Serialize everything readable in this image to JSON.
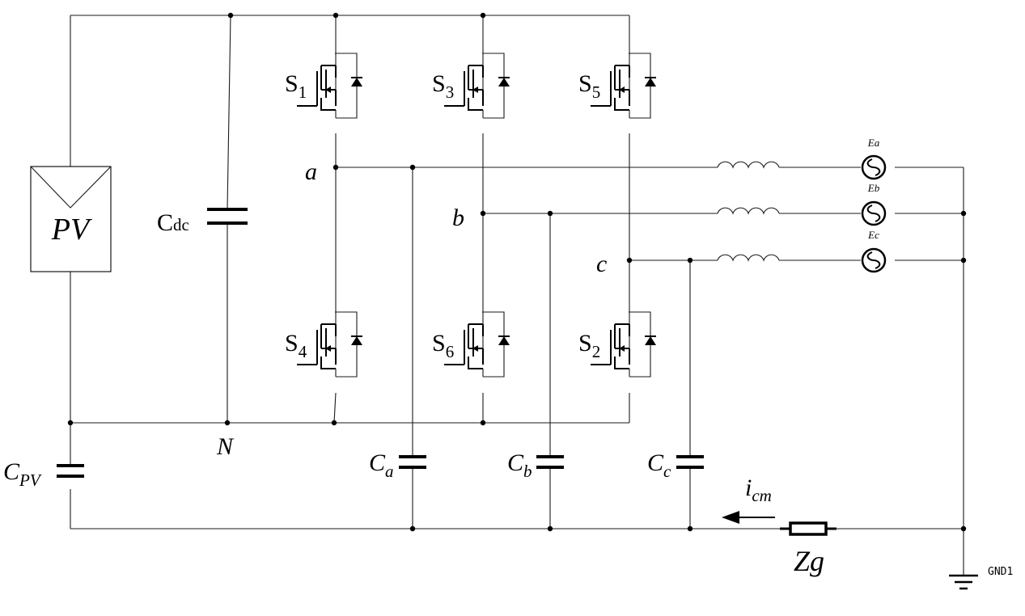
{
  "labels": {
    "pv": "PV",
    "cdc": "C",
    "cdc_sub": "dc",
    "n": "N",
    "cpv": "C",
    "cpv_sub": "PV",
    "a": "a",
    "b": "b",
    "c": "c",
    "ca": "C",
    "ca_sub": "a",
    "cb": "C",
    "cb_sub": "b",
    "cc": "C",
    "cc_sub": "c",
    "icm": "i",
    "icm_sub": "cm",
    "zg": "Zg",
    "gnd": "GND1",
    "ea": "Ea",
    "eb": "Eb",
    "ec": "Ec"
  },
  "switches": [
    {
      "name": "S",
      "sub": "1"
    },
    {
      "name": "S",
      "sub": "3"
    },
    {
      "name": "S",
      "sub": "5"
    },
    {
      "name": "S",
      "sub": "4"
    },
    {
      "name": "S",
      "sub": "6"
    },
    {
      "name": "S",
      "sub": "2"
    }
  ]
}
